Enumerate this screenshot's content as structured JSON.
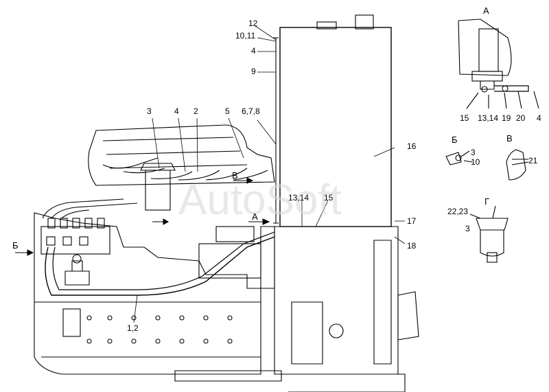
{
  "watermark": "AutoSoft",
  "views": {
    "a": "А",
    "b": "Б",
    "v": "В",
    "g": "Г"
  },
  "labels": {
    "l12": "12",
    "l1011": "10,11",
    "l4_top": "4",
    "l9": "9",
    "l678": "6,7,8",
    "l3_main": "3",
    "l4_main": "4",
    "l2": "2",
    "l5": "5",
    "l16": "16",
    "l1314_main": "13,14",
    "l15_main": "15",
    "l17": "17",
    "l18": "18",
    "l12_bottom": "1,2",
    "l15_a": "15",
    "l1314_a": "13,14",
    "l19": "19",
    "l20": "20",
    "l4_a": "4",
    "l3_b": "3",
    "l10_b": "10",
    "l21": "21",
    "l2223": "22,23",
    "l3_g": "3"
  },
  "arrows": {
    "b_left": "Б",
    "a_mid": "А",
    "v_mid": "В"
  }
}
